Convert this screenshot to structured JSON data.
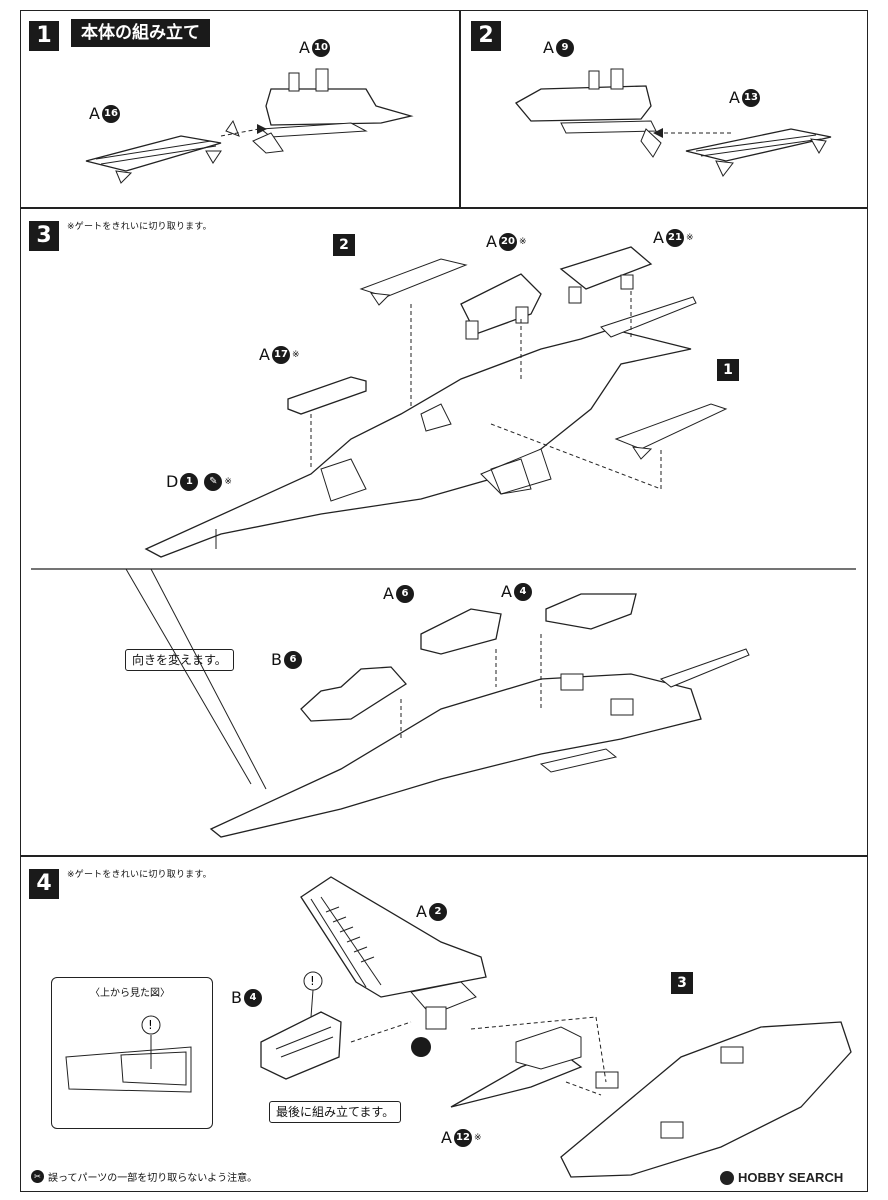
{
  "step1": {
    "number": "1",
    "title": "本体の組み立て",
    "labels": [
      {
        "letter": "A",
        "part": "10"
      },
      {
        "letter": "A",
        "part": "16"
      }
    ]
  },
  "step2": {
    "number": "2",
    "labels": [
      {
        "letter": "A",
        "part": "9"
      },
      {
        "letter": "A",
        "part": "13"
      }
    ]
  },
  "step3": {
    "number": "3",
    "note": "※ゲートをきれいに切り取ります。",
    "ref_badges": [
      "2",
      "1"
    ],
    "labels": [
      {
        "letter": "A",
        "part": "20",
        "ast": "※"
      },
      {
        "letter": "A",
        "part": "21",
        "ast": "※"
      },
      {
        "letter": "A",
        "part": "17",
        "ast": "※"
      },
      {
        "letter": "D",
        "part": "1",
        "ast": "※"
      },
      {
        "letter": "A",
        "part": "6"
      },
      {
        "letter": "A",
        "part": "4"
      },
      {
        "letter": "B",
        "part": "6"
      }
    ],
    "callout": "向きを変えます。"
  },
  "step4": {
    "number": "4",
    "note": "※ゲートをきれいに切り取ります。",
    "ref_badge": "3",
    "inset_title": "〈上から見た図〉",
    "labels": [
      {
        "letter": "A",
        "part": "2"
      },
      {
        "letter": "B",
        "part": "4"
      },
      {
        "letter": "A",
        "part": "12",
        "ast": "※"
      }
    ],
    "callout": "最後に組み立てます。"
  },
  "footer": {
    "note": "誤ってパーツの一部を切り取らないよう注意。",
    "warn_icon": "cut-warning-icon"
  },
  "watermark": "HOBBY SEARCH"
}
